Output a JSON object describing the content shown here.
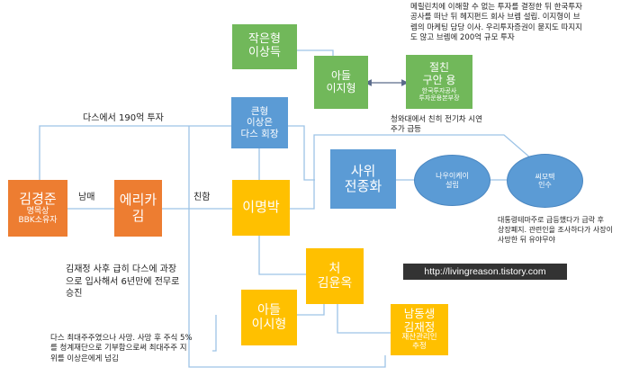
{
  "nodes": {
    "second_son": {
      "line1": "작은형",
      "line2": "이상득"
    },
    "son_ijh": {
      "line1": "아들",
      "line2": "이지형"
    },
    "jeolchin": {
      "line1": "절친",
      "line2": "구안 용",
      "line3": "한국투자공사",
      "line4": "투자운용본부장"
    },
    "eldest": {
      "line1": "큰형",
      "line2": "이상은",
      "line3": "다스 회장"
    },
    "sonin_law": {
      "line1": "사위",
      "line2": "전종화"
    },
    "kkj": {
      "line1": "김경준",
      "line2": "명목상",
      "line3": "BBK소유자"
    },
    "erika": {
      "line1": "에리카",
      "line2": "김"
    },
    "mb": {
      "line1": "이명박"
    },
    "wife": {
      "line1": "처",
      "line2": "김윤옥"
    },
    "son_ish": {
      "line1": "아들",
      "line2": "이시형"
    },
    "brother_in_law": {
      "line1": "남동생",
      "line2": "김재정",
      "line3": "재산관리인",
      "line4": "추정"
    },
    "nuriacity": {
      "line1": "나우이케이",
      "line2": "설립"
    },
    "ssangyong": {
      "line1": "씨모텍",
      "line2": "인수"
    }
  },
  "labels": {
    "das_invest": "다스에서 190억 투자",
    "siblings": "남매",
    "intimate": "친함"
  },
  "notes": {
    "top_right": [
      "메릴린치에 이해할 수 없는 투자를 결정한 뒤 한국투자",
      "공사를 떠난 뒤 헤지펀드 회사 브렘 설립. 이지형이 브",
      "렘의 마케팅 담당 이사. 우리투자증권이 묻지도 따지지",
      "도 않고 브렘에 200억 규모 투자"
    ],
    "cheongwadae": [
      "청와대에서 친히 전기차 시연",
      "주가 급등"
    ],
    "theme_stock": [
      "대통령테마주로 급등했다가 급락 후",
      "상장폐지. 관련인을 조사하다가 사장이",
      "사망한 뒤 유야무야"
    ],
    "kjj_death": [
      "김재정 사후 급히 다스에 과장",
      "으로 입사해서 6년만에 전무로",
      "승진"
    ],
    "das_shares": [
      "다스 최대주주였으나 사망. 사망 후 주식 5%",
      "를 청계재단으로 기부함으로써 최대주주 지",
      "위를 이상은에게 넘김"
    ]
  },
  "watermark": "http://livingreason.tistory.com",
  "colors": {
    "green": "#71b85a",
    "blue": "#5b9bd5",
    "orange": "#ed7d31",
    "yellow": "#ffc000",
    "line": "#9dc3e6"
  }
}
